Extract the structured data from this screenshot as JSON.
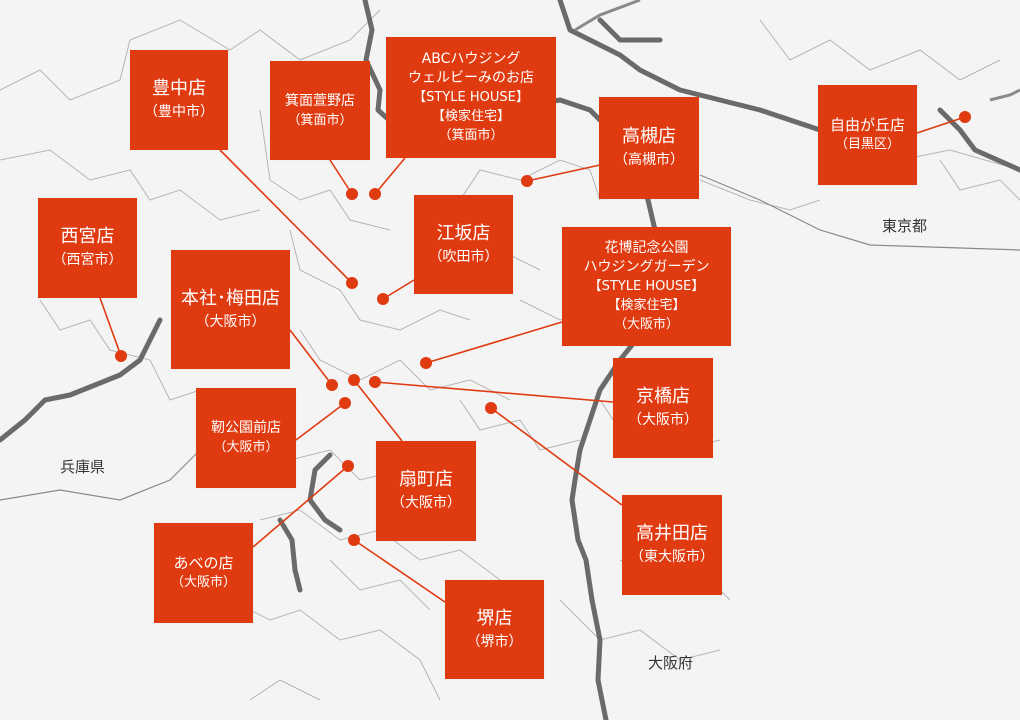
{
  "colors": {
    "accent": "#e03a10",
    "background": "#e9e9e9",
    "land": "#f4f4f4",
    "border": "#555555"
  },
  "regions": {
    "tokyo": "東京都",
    "hyogo": "兵庫県",
    "osaka": "大阪府"
  },
  "stores": {
    "toyonaka": {
      "name": [
        "豊中店"
      ],
      "city": "（豊中市）"
    },
    "minoh_kayano": {
      "name": [
        "箕面萱野店"
      ],
      "city": "（箕面市）"
    },
    "abc_wellbe": {
      "name": [
        "ABCハウジング",
        "ウェルビーみのお店",
        "【STYLE HOUSE】",
        "【検家住宅】"
      ],
      "city": "（箕面市）"
    },
    "takatsuki": {
      "name": [
        "高槻店"
      ],
      "city": "（高槻市）"
    },
    "jiyugaoka": {
      "name": [
        "自由が丘店"
      ],
      "city": "（目黒区）"
    },
    "nishinomiya": {
      "name": [
        "西宮店"
      ],
      "city": "（西宮市）"
    },
    "esaka": {
      "name": [
        "江坂店"
      ],
      "city": "（吹田市）"
    },
    "hanahaku": {
      "name": [
        "花博記念公園",
        "ハウジングガーデン",
        "【STYLE HOUSE】",
        "【検家住宅】"
      ],
      "city": "（大阪市）"
    },
    "honsha_umeda": {
      "name": [
        "本社･梅田店"
      ],
      "city": "（大阪市）"
    },
    "kyobashi": {
      "name": [
        "京橋店"
      ],
      "city": "（大阪市）"
    },
    "utsubo": {
      "name": [
        "靭公園前店"
      ],
      "city": "（大阪市）"
    },
    "ogimachi": {
      "name": [
        "扇町店"
      ],
      "city": "（大阪市）"
    },
    "takaida": {
      "name": [
        "高井田店"
      ],
      "city": "（東大阪市）"
    },
    "abeno": {
      "name": [
        "あべの店"
      ],
      "city": "（大阪市）"
    },
    "sakai": {
      "name": [
        "堺店"
      ],
      "city": "（堺市）"
    }
  }
}
